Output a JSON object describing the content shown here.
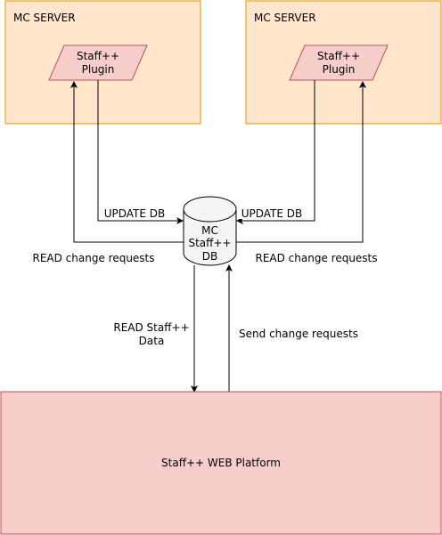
{
  "servers": [
    {
      "title": "MC SERVER",
      "plugin_line1": "Staff++",
      "plugin_line2": "Plugin"
    },
    {
      "title": "MC SERVER",
      "plugin_line1": "Staff++",
      "plugin_line2": "Plugin"
    }
  ],
  "database": {
    "line1": "MC",
    "line2": "Staff++",
    "line3": "DB"
  },
  "edges": {
    "update_left": "UPDATE DB",
    "update_right": "UPDATE DB",
    "read_left": "READ change requests",
    "read_right": "READ change requests",
    "read_data_line1": "READ Staff++",
    "read_data_line2": "Data",
    "send_requests": "Send change requests"
  },
  "platform": {
    "label": "Staff++ WEB Platform"
  },
  "colors": {
    "server_fill": "#ffe6cc",
    "server_stroke": "#d79b00",
    "plugin_fill": "#f8cecc",
    "plugin_stroke": "#b85450",
    "platform_fill": "#f8cecc",
    "platform_stroke": "#b85450",
    "db_fill": "#f5f5f5",
    "line": "#000000"
  }
}
